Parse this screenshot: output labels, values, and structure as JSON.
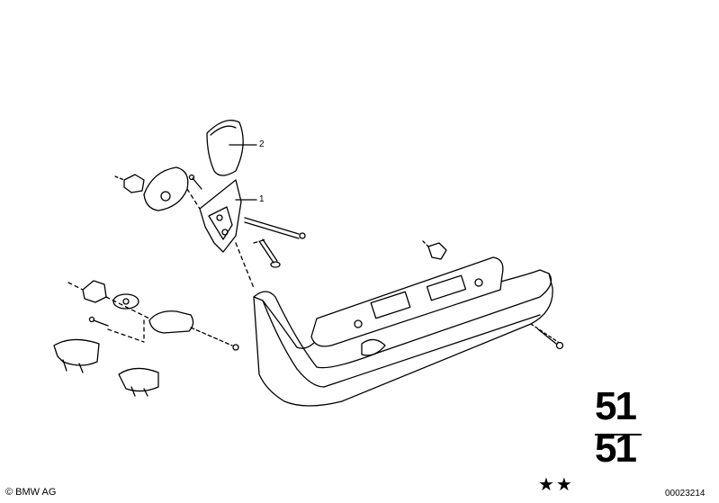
{
  "callouts": [
    {
      "number": "2"
    },
    {
      "number": "1"
    }
  ],
  "group_number": {
    "top": "51",
    "bottom": "51"
  },
  "footer": {
    "copyright": "© BMW AG",
    "stars": "★★",
    "diagram_number": "00023214"
  },
  "colors": {
    "line": "#000000",
    "background": "#ffffff"
  }
}
